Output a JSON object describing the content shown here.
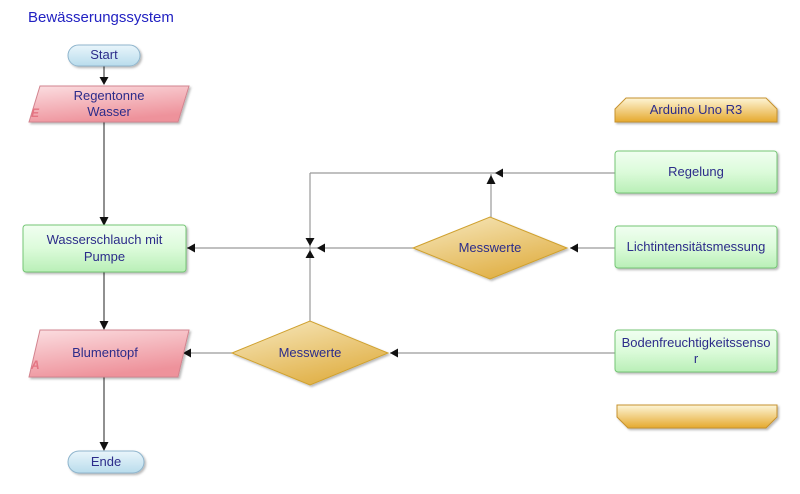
{
  "title": "Bewässerungssystem",
  "nodes": {
    "start": {
      "label": "Start",
      "type": "terminator"
    },
    "regentonne": {
      "label": "Regentonne Wasser",
      "corner_label": "E",
      "type": "io"
    },
    "wasserschlauch": {
      "label": "Wasserschlauch mit Pumpe",
      "type": "process"
    },
    "blumentopf": {
      "label": "Blumentopf",
      "corner_label": "A",
      "type": "io"
    },
    "ende": {
      "label": "Ende",
      "type": "terminator"
    },
    "arduino": {
      "label": "Arduino Uno R3",
      "type": "card"
    },
    "regelung": {
      "label": "Regelung",
      "type": "process"
    },
    "lichtmessung": {
      "label": "Lichtintensitätsmessung",
      "type": "process"
    },
    "bodensensor": {
      "label": "Bodenfreuchtigkeitssensor",
      "type": "process"
    },
    "messwerte_oben": {
      "label": "Messwerte",
      "type": "decision"
    },
    "messwerte_unten": {
      "label": "Messwerte",
      "type": "decision"
    },
    "leer": {
      "label": "",
      "type": "card"
    }
  },
  "edges": [
    {
      "from": "Start",
      "to": "Regentonne Wasser"
    },
    {
      "from": "Regentonne Wasser",
      "to": "Wasserschlauch mit Pumpe"
    },
    {
      "from": "Wasserschlauch mit Pumpe",
      "to": "Blumentopf"
    },
    {
      "from": "Blumentopf",
      "to": "Ende"
    },
    {
      "from": "Regelung",
      "to": "Wasserschlauch mit Pumpe"
    },
    {
      "from": "Messwerte (oben)",
      "to": "Wasserschlauch mit Pumpe"
    },
    {
      "from": "Messwerte (unten)",
      "to": "Wasserschlauch mit Pumpe"
    },
    {
      "from": "Messwerte (unten)",
      "to": "Blumentopf"
    },
    {
      "from": "Lichtintensitätsmessung",
      "to": "Messwerte (oben)"
    },
    {
      "from": "Bodenfreuchtigkeitssensor",
      "to": "Messwerte (unten)"
    }
  ],
  "colors": {
    "title_text": "#2222c2",
    "node_text": "#2c2c8a",
    "corner_label_text": "#e47482",
    "terminator_fill_top": "#e9f5fb",
    "terminator_fill_bottom": "#b9dcec",
    "terminator_border": "#8fb5cd",
    "io_fill_top": "#fbdee1",
    "io_fill_bottom": "#ee929b",
    "io_border": "#d2848f",
    "process_fill_top": "#f1fef1",
    "process_fill_bottom": "#b9efb7",
    "process_border": "#74c674",
    "decision_fill_top": "#f7e9c0",
    "decision_fill_bottom": "#e1b148",
    "decision_border": "#cfa02d",
    "card_fill_top": "#fdf5d7",
    "card_fill_bottom": "#e5a92e",
    "card_border": "#c6922f",
    "connector_line": "#9a9a9a",
    "flow_line": "#454545",
    "arrowhead": "#111111"
  }
}
